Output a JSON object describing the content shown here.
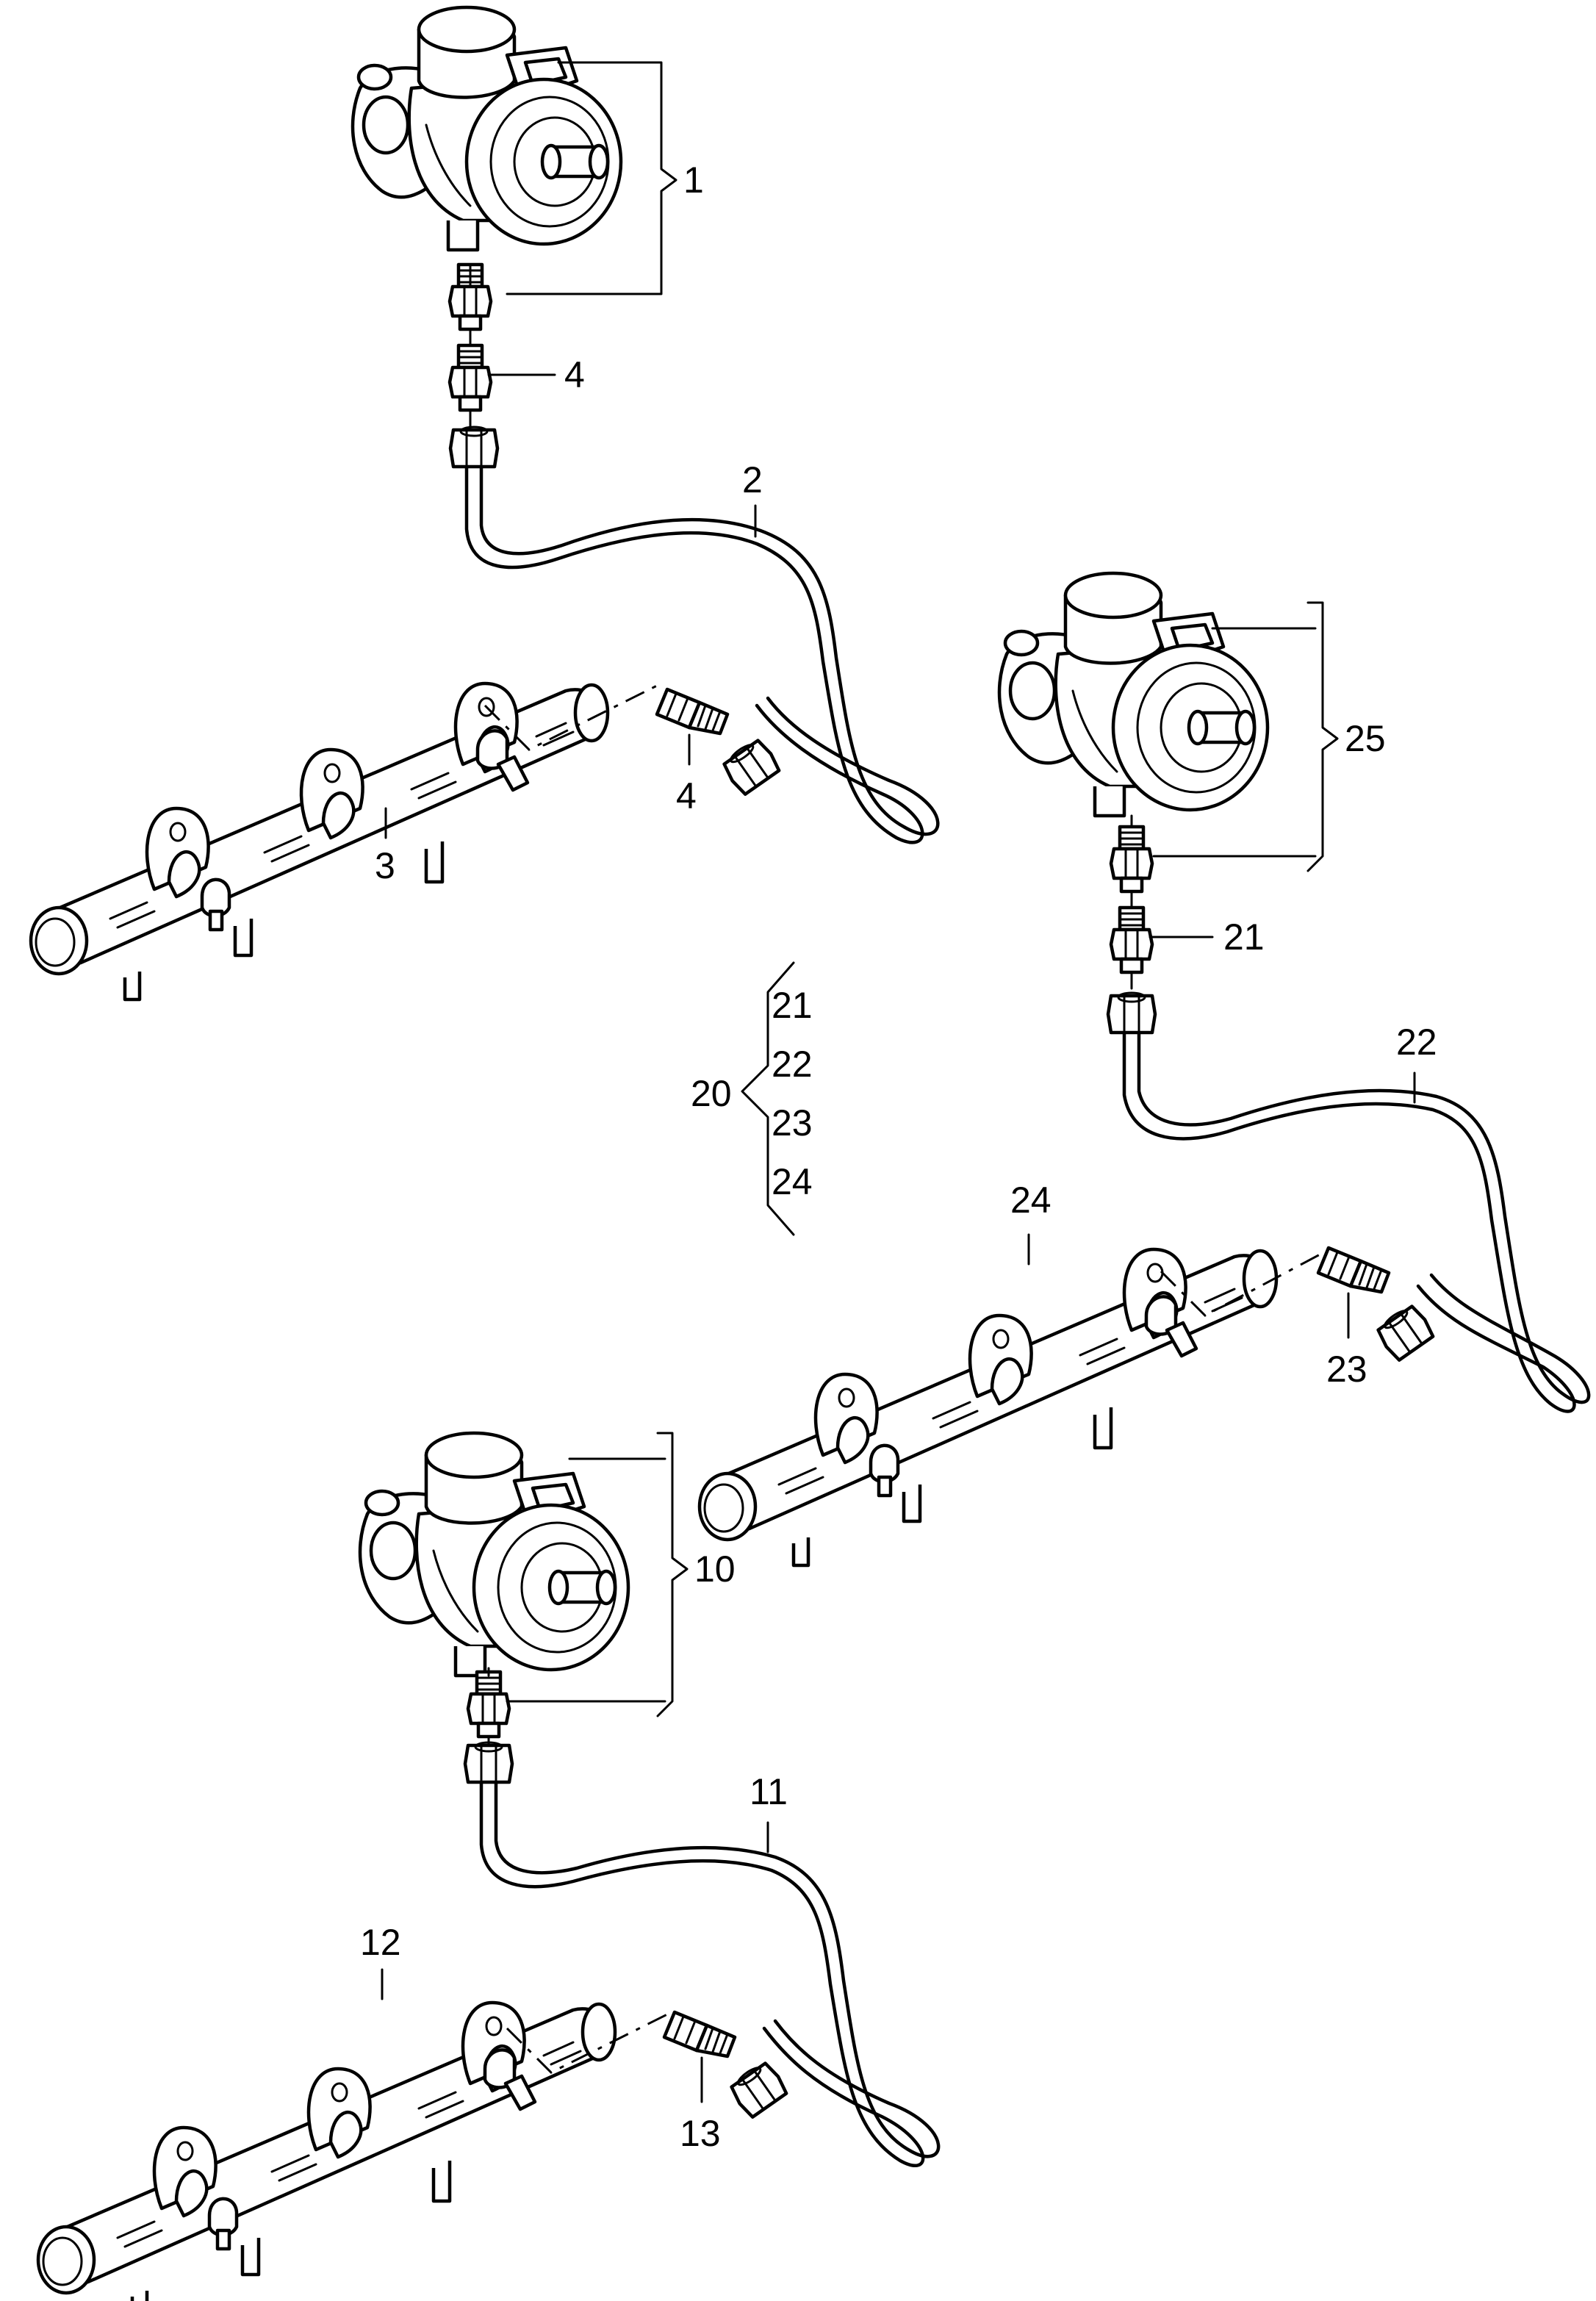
{
  "callouts": {
    "c1": "1",
    "c2": "2",
    "c3": "3",
    "c4a": "4",
    "c4b": "4",
    "c10": "10",
    "c11": "11",
    "c12": "12",
    "c13": "13",
    "c20": "20",
    "c20_21": "21",
    "c20_22": "22",
    "c20_23": "23",
    "c20_24": "24",
    "c21": "21",
    "c22": "22",
    "c23": "23",
    "c24": "24",
    "c25": "25"
  }
}
